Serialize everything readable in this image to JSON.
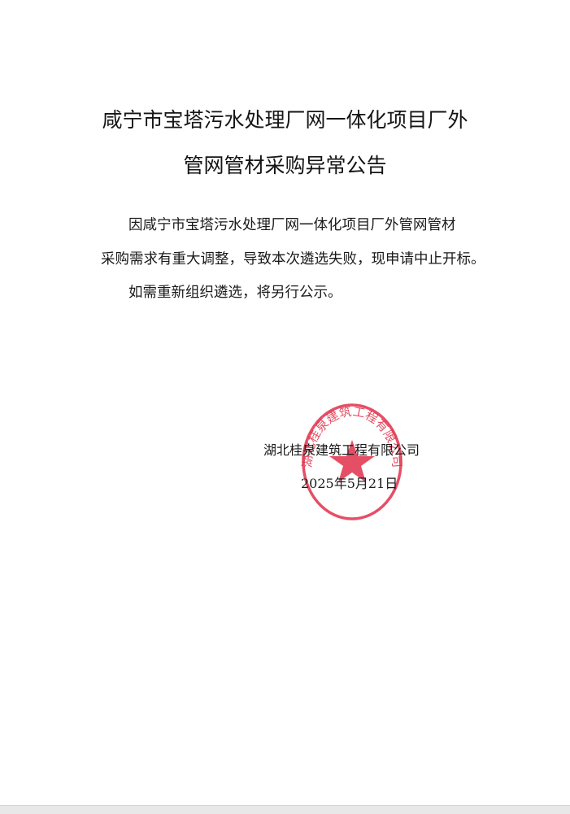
{
  "notice": {
    "title_line1": "咸宁市宝塔污水处理厂网一体化项目厂外",
    "title_line2": "管网管材采购异常公告",
    "paragraph_line1": "因咸宁市宝塔污水处理厂网一体化项目厂外管网管材",
    "paragraph_line2": "采购需求有重大调整，导致本次遴选失败，现申请中止开标。",
    "paragraph_line3": "如需重新组织遴选，将另行公示。",
    "company": "湖北桂泉建筑工程有限公司",
    "date": "2025年5月21日"
  },
  "seal": {
    "text": "湖北桂泉建筑工程有限公司",
    "color": "#e0304a"
  }
}
